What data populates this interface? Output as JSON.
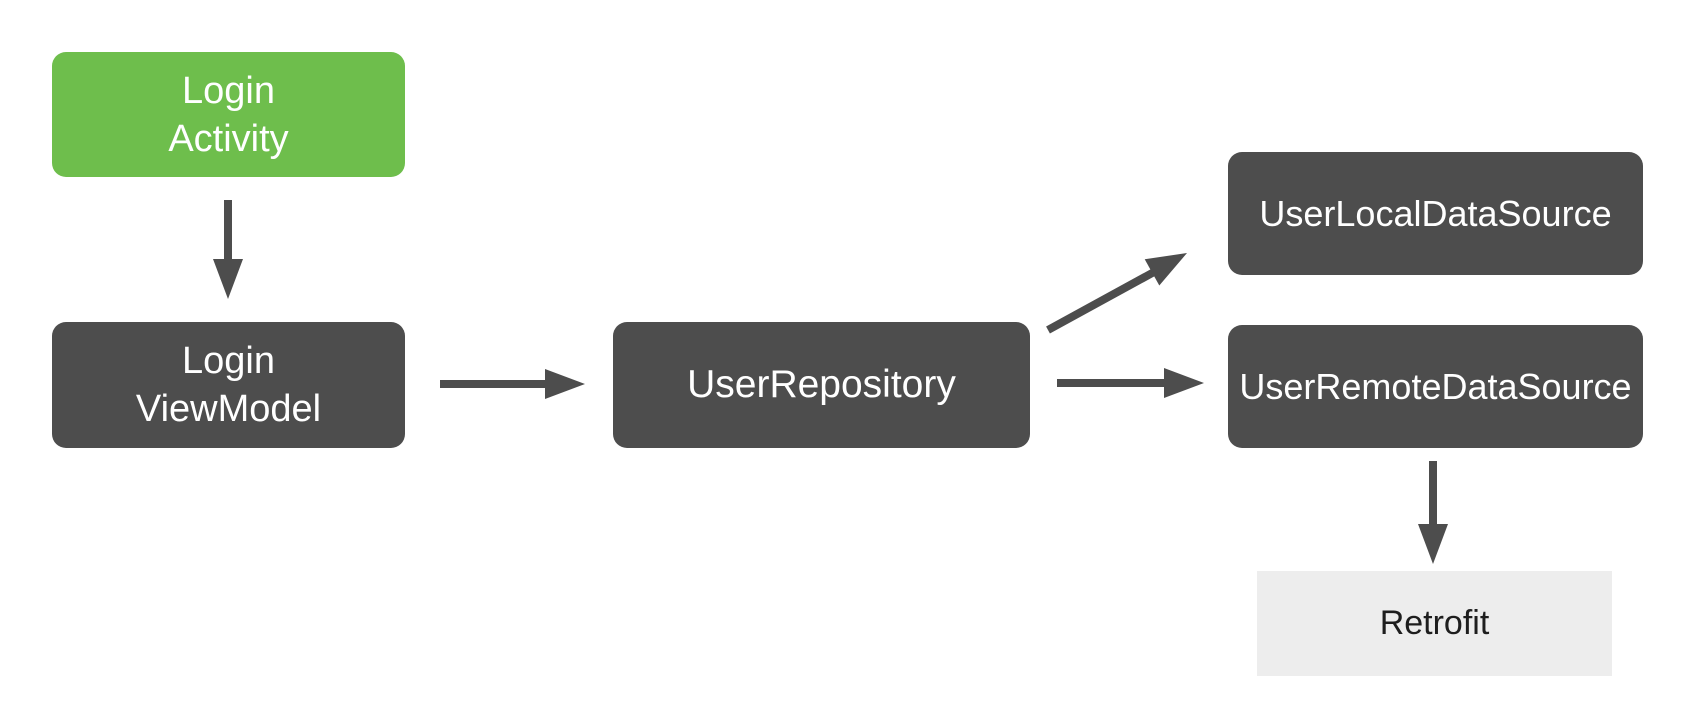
{
  "diagram": {
    "description": "Android app architecture diagram for a login flow",
    "colors": {
      "activity_green": "#6EBE4C",
      "component_dark": "#4D4D4D",
      "library_light": "#EDEDED",
      "arrow_color": "#4D4D4D",
      "text_light": "#FFFFFF",
      "text_dark": "#1E1E1E"
    },
    "nodes": [
      {
        "id": "login-activity",
        "label": "Login\nActivity",
        "type": "activity"
      },
      {
        "id": "login-viewmodel",
        "label": "Login\nViewModel",
        "type": "component"
      },
      {
        "id": "user-repository",
        "label": "UserRepository",
        "type": "component"
      },
      {
        "id": "user-local-data-source",
        "label": "UserLocalDataSource",
        "type": "component"
      },
      {
        "id": "user-remote-data-source",
        "label": "UserRemoteDataSource",
        "type": "component"
      },
      {
        "id": "retrofit",
        "label": "Retrofit",
        "type": "library"
      }
    ],
    "edges": [
      {
        "from": "login-activity",
        "to": "login-viewmodel"
      },
      {
        "from": "login-viewmodel",
        "to": "user-repository"
      },
      {
        "from": "user-repository",
        "to": "user-local-data-source"
      },
      {
        "from": "user-repository",
        "to": "user-remote-data-source"
      },
      {
        "from": "user-remote-data-source",
        "to": "retrofit"
      }
    ]
  }
}
